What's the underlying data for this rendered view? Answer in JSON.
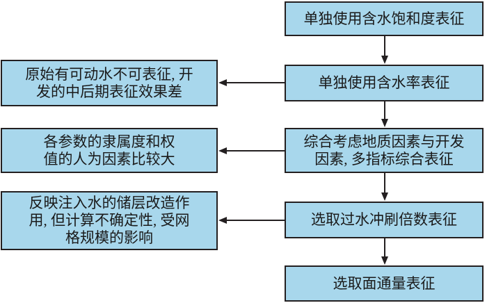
{
  "figure": {
    "type": "flowchart",
    "background": "#ffffff",
    "box_fill": "#a8d7ec",
    "box_border": "#231f20",
    "arrow_color": "#231f20",
    "text_color": "#1a1a1a"
  },
  "right_column": [
    {
      "label": "单独使用含水饱和度表征"
    },
    {
      "label": "单独使用含水率表征"
    },
    {
      "label": "综合考虑地质因素与开发\n因素, 多指标综合表征"
    },
    {
      "label": "选取过水冲刷倍数表征"
    },
    {
      "label": "选取面通量表征"
    }
  ],
  "left_column": [
    {
      "label": "原始有可动水不可表征, 开\n发的中后期表征效果差"
    },
    {
      "label": "各参数的隶属度和权\n值的人为因素比较大"
    },
    {
      "label": "反映注入水的储层改造作\n用, 但计算不确定性, 受网\n格规模的影响"
    }
  ],
  "connections": {
    "down_arrows": "r1→r2, r2→r3, r3→r4, r4→r5",
    "left_arrows": "r2→l1, r3→l2, r4→l3"
  }
}
